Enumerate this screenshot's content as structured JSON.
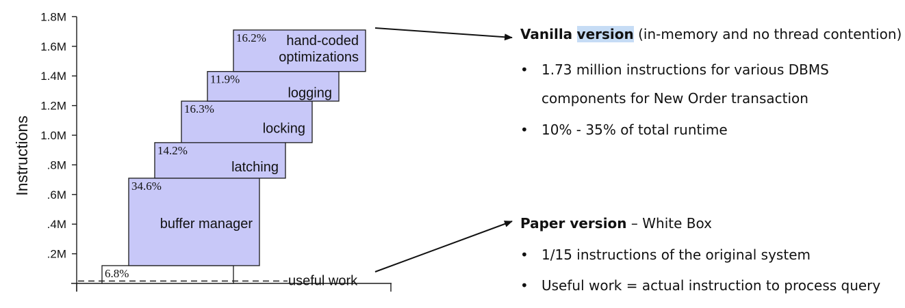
{
  "chart_data": {
    "type": "bar",
    "ylabel": "Instructions",
    "ylim": [
      0,
      1.8
    ],
    "y_ticks": [
      {
        "value": 0.2,
        "label": ".2M"
      },
      {
        "value": 0.4,
        "label": ".4M"
      },
      {
        "value": 0.6,
        "label": ".6M"
      },
      {
        "value": 0.8,
        "label": ".8M"
      },
      {
        "value": 1.0,
        "label": "1.0M"
      },
      {
        "value": 1.2,
        "label": "1.2M"
      },
      {
        "value": 1.4,
        "label": "1.4M"
      },
      {
        "value": 1.6,
        "label": "1.6M"
      },
      {
        "value": 1.8,
        "label": "1.8M"
      }
    ],
    "grid": false,
    "legend": "none",
    "colors": {
      "component_fill": "#c8c8f8",
      "useful_fill": "#ffffff",
      "stroke": "#1a1a1a"
    },
    "segments": [
      {
        "label": "useful work",
        "percent": "6.8%",
        "y_start": 0.0,
        "y_end": 0.12,
        "style": "useful"
      },
      {
        "label": "buffer manager",
        "percent": "34.6%",
        "y_start": 0.12,
        "y_end": 0.71,
        "style": "component"
      },
      {
        "label": "latching",
        "percent": "14.2%",
        "y_start": 0.71,
        "y_end": 0.95,
        "style": "component"
      },
      {
        "label": "locking",
        "percent": "16.3%",
        "y_start": 0.95,
        "y_end": 1.23,
        "style": "component"
      },
      {
        "label": "logging",
        "percent": "11.9%",
        "y_start": 1.23,
        "y_end": 1.43,
        "style": "component"
      },
      {
        "label": "hand-coded\noptimizations",
        "percent": "16.2%",
        "y_start": 1.43,
        "y_end": 1.71,
        "style": "component"
      }
    ],
    "useful_work_line": 0.03
  },
  "notes": {
    "vanilla": {
      "title_bold_1": "Vanilla",
      "title_bold_2": "version",
      "title_rest": " (in-memory and no thread contention)",
      "bullets": [
        "1.73 million instructions for various DBMS",
        "components for New Order transaction",
        "10% - 35% of total runtime"
      ]
    },
    "paper": {
      "title_bold": "Paper version",
      "title_rest": " – White Box",
      "bullets": [
        "1/15 instructions of the original system",
        "Useful work = actual instruction to process query"
      ]
    },
    "bullet_char": "•",
    "highlight_color": "#c6dcf5"
  }
}
